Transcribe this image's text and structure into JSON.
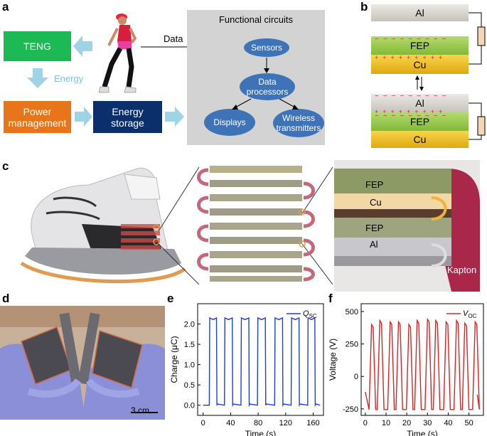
{
  "panel_a": {
    "label": "a",
    "teng": "TENG",
    "energy": "Energy",
    "power_management": "Power\nmanagement",
    "energy_storage": "Energy\nstorage",
    "data": "Data",
    "functional_title": "Functional circuits",
    "sensors": "Sensors",
    "data_processors": "Data\nprocessors",
    "displays": "Displays",
    "wireless": "Wireless\ntransmitters",
    "colors": {
      "teng": "#1db954",
      "power": "#e8751a",
      "storage": "#0a2f6b",
      "bubble": "#3f73b8",
      "arrow": "#9fd3e6",
      "panel_bg": "#d3d3d3"
    }
  },
  "panel_b": {
    "label": "b",
    "top_stack": [
      "Al",
      "FEP",
      "Cu"
    ],
    "bottom_stack": [
      "Al",
      "FEP",
      "Cu"
    ],
    "colors": {
      "al": "#d8d5cf",
      "fep": "#9acd4a",
      "cu": "#f2c21c"
    }
  },
  "panel_c": {
    "label": "c",
    "layers": [
      "FEP",
      "Cu",
      "FEP",
      "Al"
    ],
    "kapton": "Kapton"
  },
  "panel_d": {
    "label": "d",
    "scale_bar": "3 cm"
  },
  "chart_data": [
    {
      "panel": "e",
      "type": "line",
      "xlabel": "Time (s)",
      "ylabel": "Charge (μC)",
      "legend": "Q",
      "legend_sub": "SC",
      "legend_position": "top-right",
      "color": "#1f3fd6",
      "xlim": [
        -8,
        175
      ],
      "ylim": [
        -0.25,
        2.5
      ],
      "xticks": [
        0,
        40,
        80,
        120,
        160
      ],
      "yticks": [
        0.0,
        0.5,
        1.0,
        1.5,
        2.0
      ],
      "high": 2.15,
      "low": 0.0,
      "pulses": [
        [
          9,
          20
        ],
        [
          31,
          43
        ],
        [
          55,
          67
        ],
        [
          79,
          91
        ],
        [
          104,
          116
        ],
        [
          128,
          140
        ],
        [
          152,
          163
        ]
      ],
      "x_end": 170
    },
    {
      "panel": "f",
      "type": "line",
      "xlabel": "Time (s)",
      "ylabel": "Voltage (V)",
      "legend": "V",
      "legend_sub": "OC",
      "legend_position": "top-right",
      "color": "#e02020",
      "xlim": [
        -2,
        57
      ],
      "ylim": [
        -300,
        560
      ],
      "xticks": [
        0,
        10,
        20,
        30,
        40,
        50
      ],
      "yticks": [
        -250,
        0,
        250,
        500
      ],
      "peaks": [
        3,
        7,
        12,
        16,
        21,
        25,
        30,
        34,
        39,
        44,
        48,
        53
      ],
      "peak_values": [
        400,
        430,
        420,
        420,
        400,
        430,
        440,
        430,
        420,
        430,
        410,
        420
      ],
      "trough_value": -255,
      "start": [
        0,
        -120
      ],
      "end": [
        54,
        -140
      ]
    }
  ]
}
